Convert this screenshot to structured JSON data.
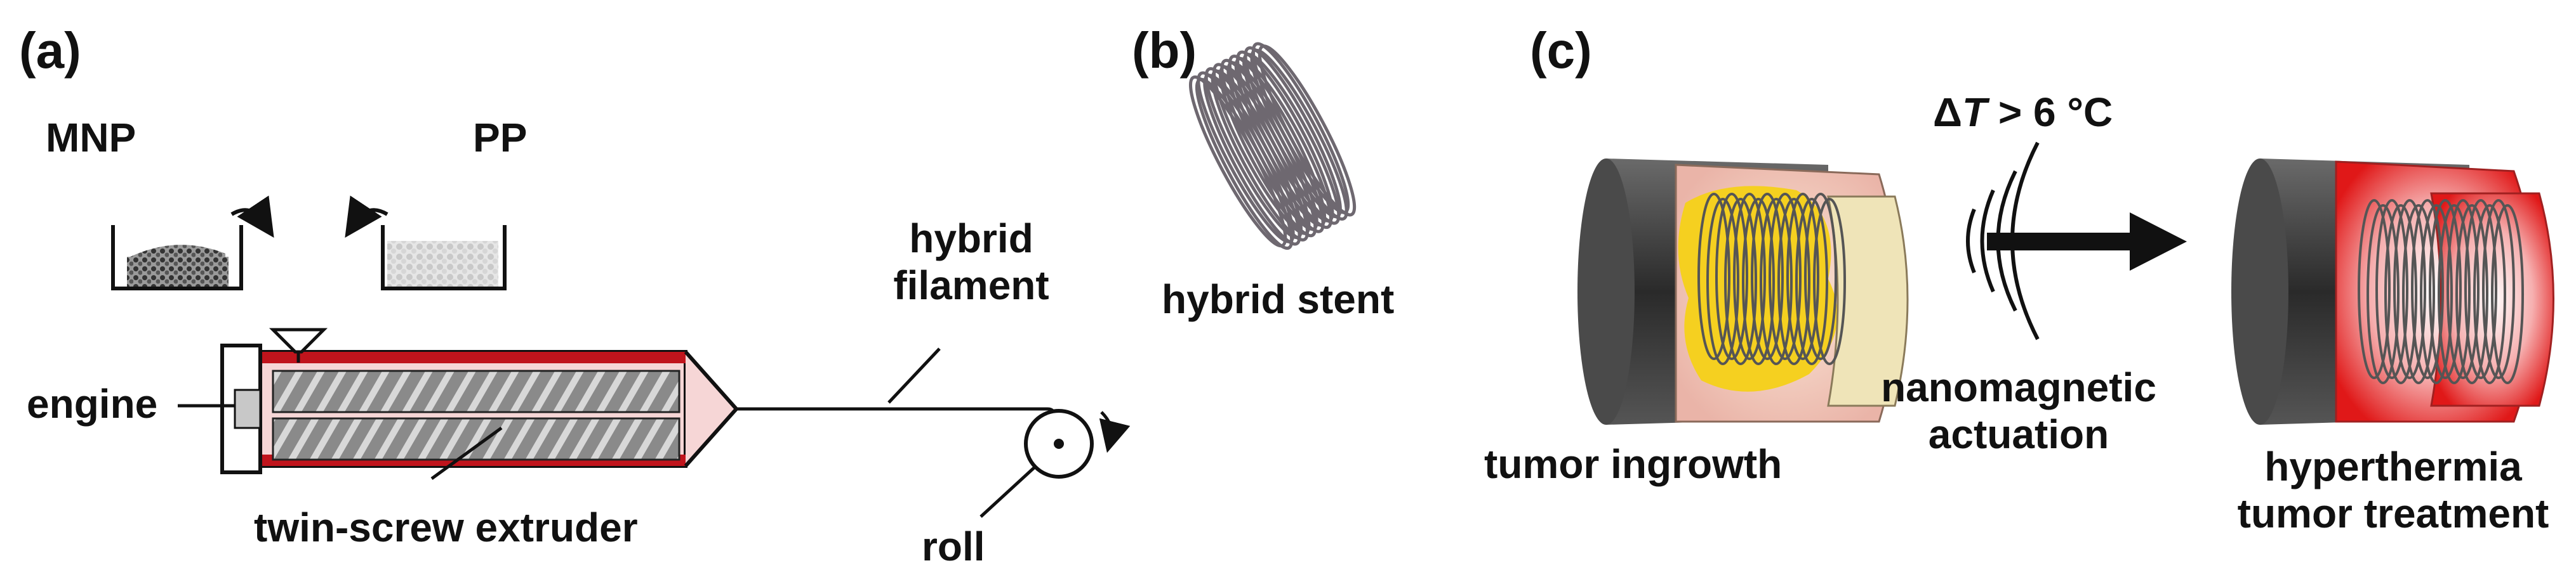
{
  "panels": {
    "a": {
      "label": "(a)",
      "mnp_label": "MNP",
      "pp_label": "PP",
      "engine_label": "engine",
      "extruder_label": "twin-screw extruder",
      "filament_line1": "hybrid",
      "filament_line2": "filament",
      "roll_label": "roll"
    },
    "b": {
      "label": "(b)",
      "stent_label": "hybrid stent"
    },
    "c": {
      "label": "(c)",
      "delta_symbol": "Δ",
      "delta_var": "T",
      "delta_rest": " > 6 °C",
      "ingrowth_label": "tumor ingrowth",
      "actuation_line1": "nanomagnetic",
      "actuation_line2": "actuation",
      "treatment_line1": "hyperthermia",
      "treatment_line2": "tumor treatment"
    }
  },
  "colors": {
    "extruder_red": "#c0141c",
    "extruder_pink": "#f4c8c8",
    "tube_dark": "#3a3a3a",
    "tumor_yellow": "#f5d020",
    "tissue_pink": "#f2c2b8",
    "heat_red": "#e02020",
    "stent_gray": "#6e6870"
  }
}
